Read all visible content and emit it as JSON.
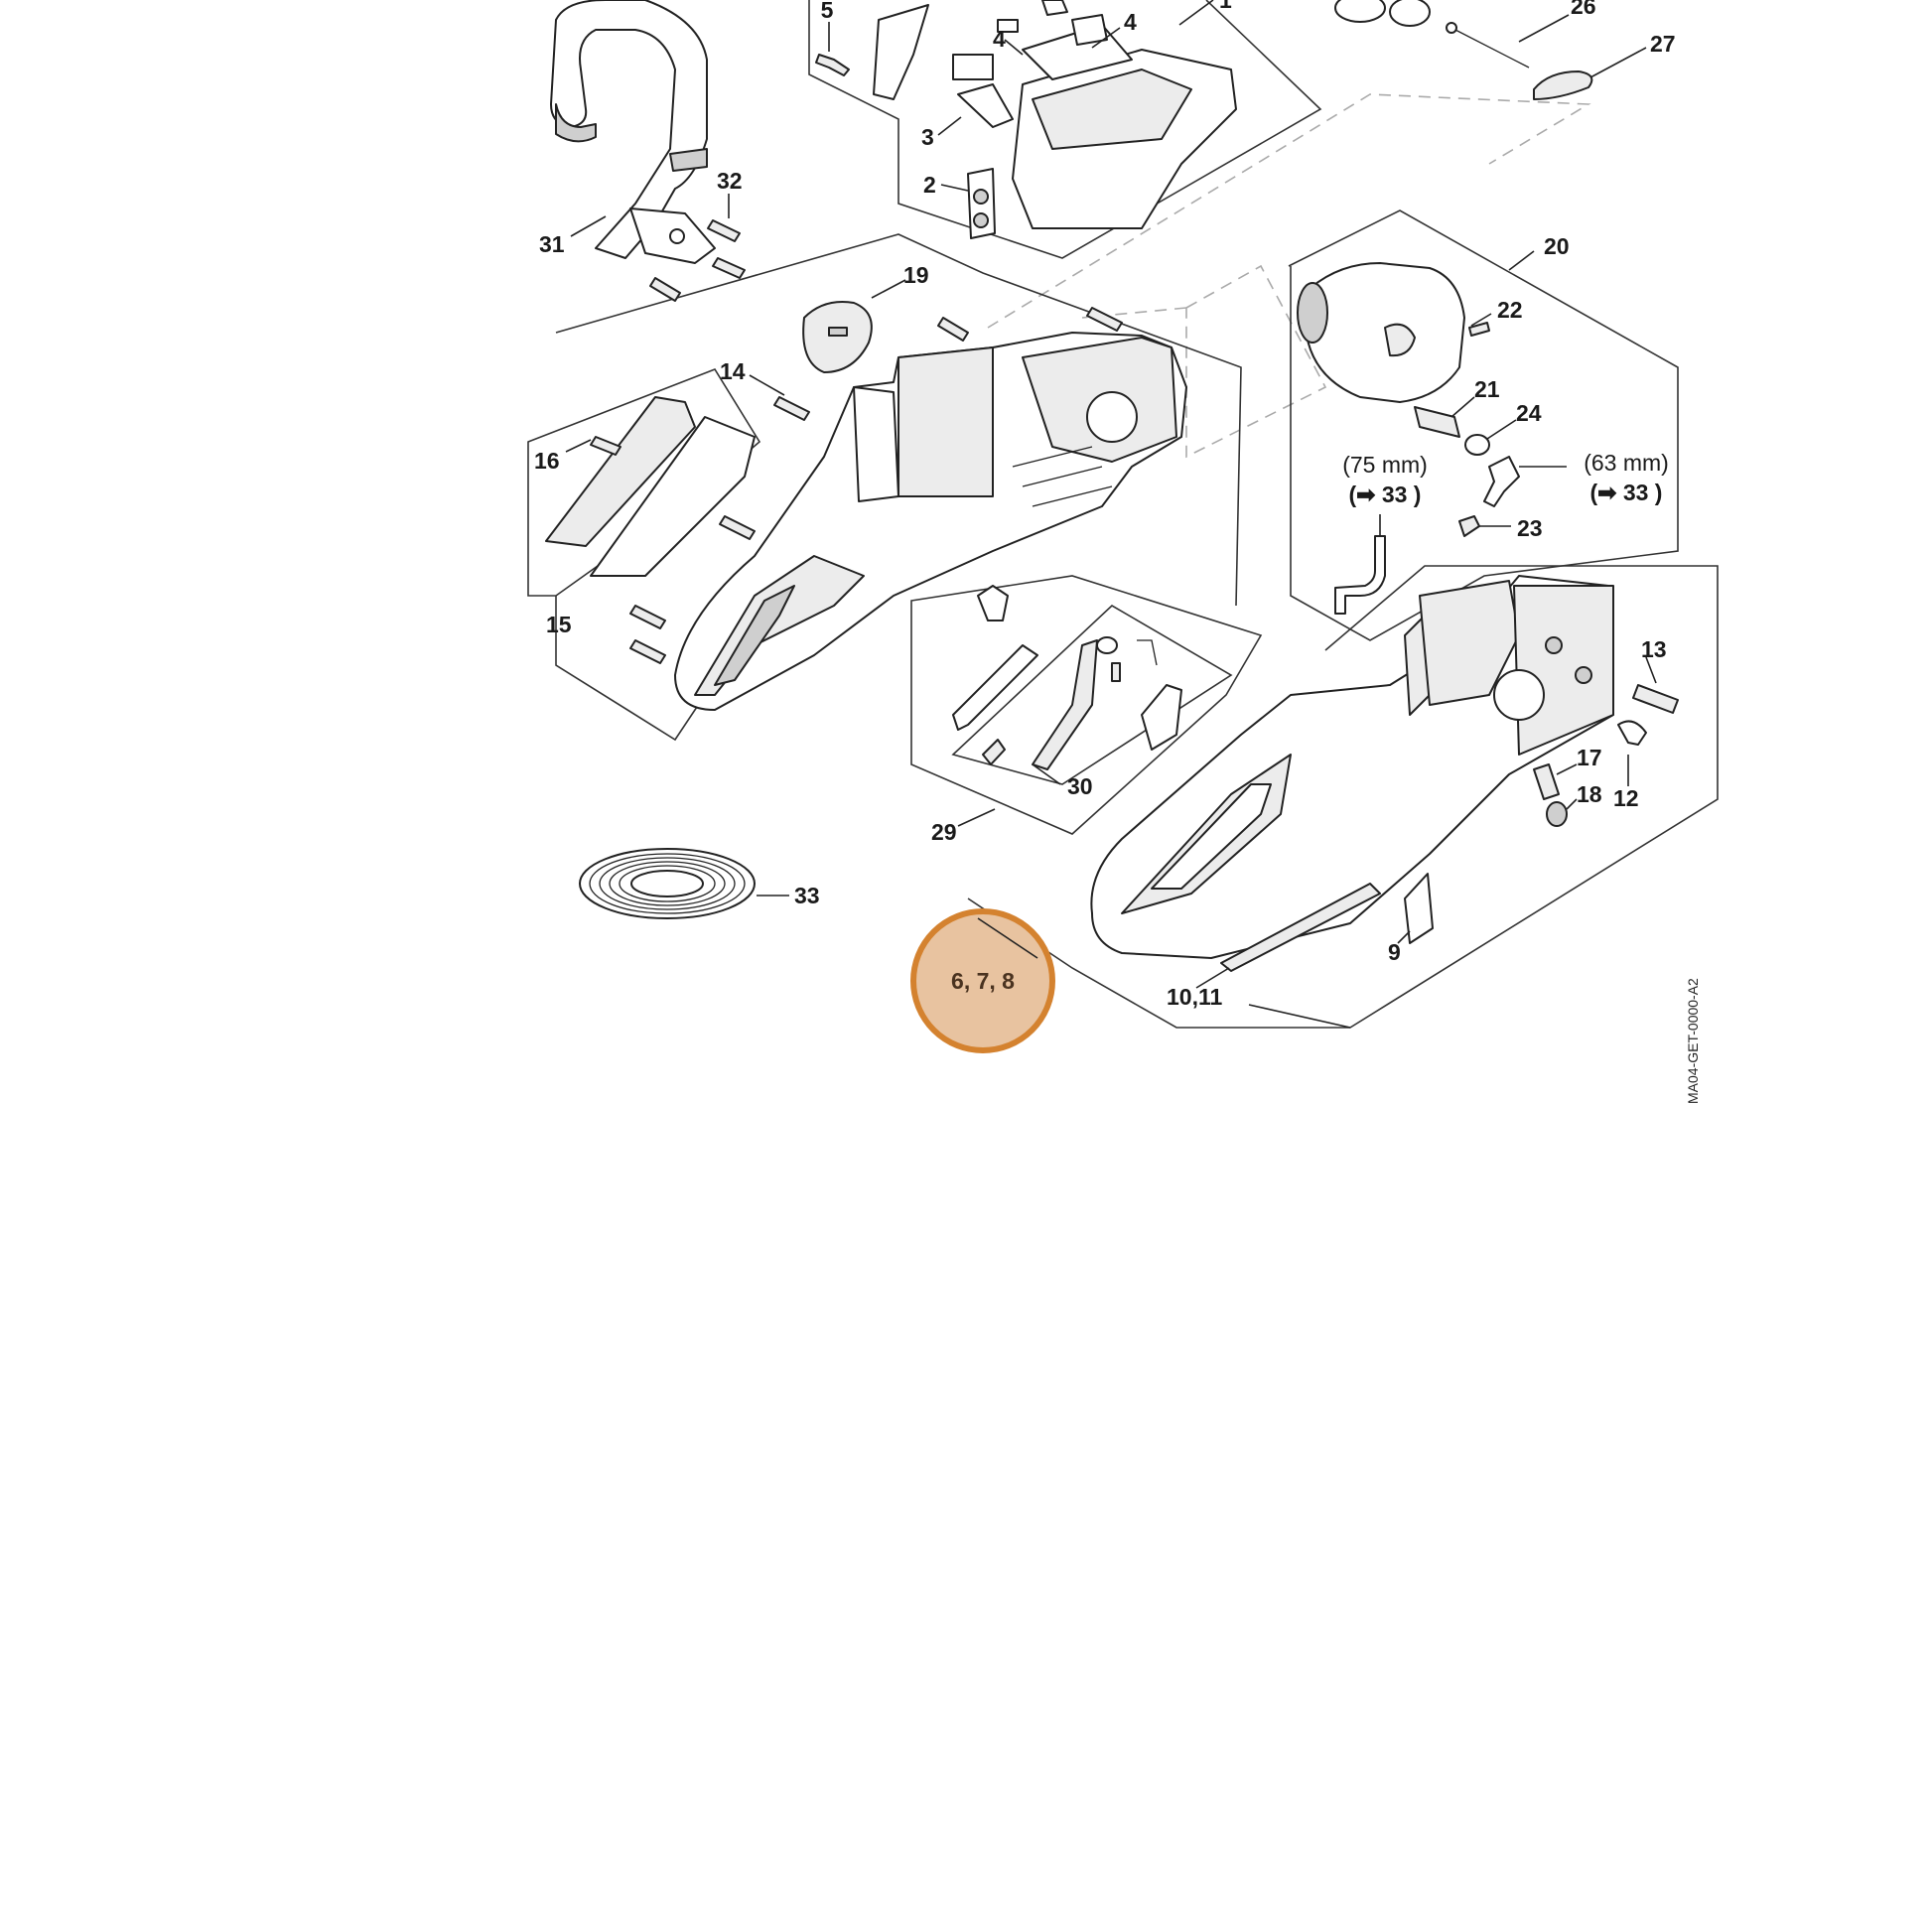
{
  "callouts": {
    "c1": "1",
    "c2": "2",
    "c3": "3",
    "c4a": "4",
    "c4b": "4",
    "c5": "5",
    "c9": "9",
    "c10_11": "10,11",
    "c12": "12",
    "c13": "13",
    "c14": "14",
    "c15": "15",
    "c16": "16",
    "c17": "17",
    "c18": "18",
    "c19": "19",
    "c20": "20",
    "c21": "21",
    "c22": "22",
    "c23": "23",
    "c24": "24",
    "c26": "26",
    "c27": "27",
    "c29": "29",
    "c30": "30",
    "c31": "31",
    "c32": "32",
    "c33": "33"
  },
  "notes": {
    "left_size": "(75 mm)",
    "right_size": "(63 mm)",
    "left_ref": "(➡ 33 )",
    "right_ref": "(➡ 33 )"
  },
  "highlight": {
    "label": "6, 7, 8",
    "fill": "#e8c3a0",
    "stroke": "#d4822f"
  },
  "figure_ref": "MA04-GET-0000-A2"
}
